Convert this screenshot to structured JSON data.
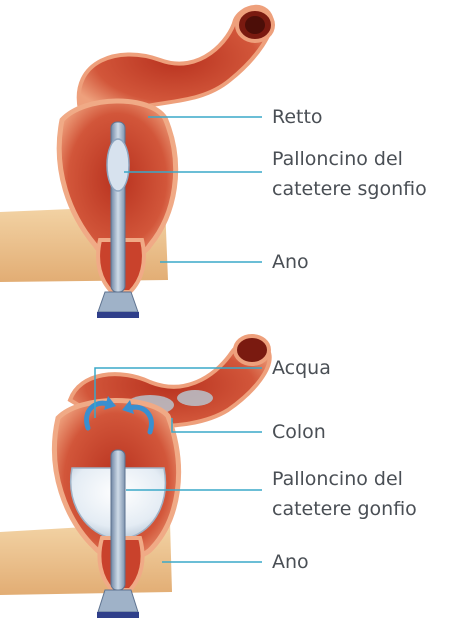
{
  "top_figure": {
    "labels": {
      "rectum": "Retto",
      "deflated_line1": "Palloncino del",
      "deflated_line2": "catetere sgonfio",
      "anus": "Ano"
    }
  },
  "bottom_figure": {
    "labels": {
      "water": "Acqua",
      "colon": "Colon",
      "inflated_line1": "Palloncino del",
      "inflated_line2": "catetere gonfio",
      "anus": "Ano"
    }
  },
  "colors": {
    "leader_line": "#3aa8c8",
    "tissue_dark": "#a52a1a",
    "tissue_mid": "#d2563a",
    "tissue_light": "#eea07c",
    "skin": "#ecc08c",
    "catheter": "#8fa6c0",
    "handle_blue": "#2f3f8a",
    "water_arrow": "#3a8fd0",
    "label_text": "#4a4f55"
  }
}
